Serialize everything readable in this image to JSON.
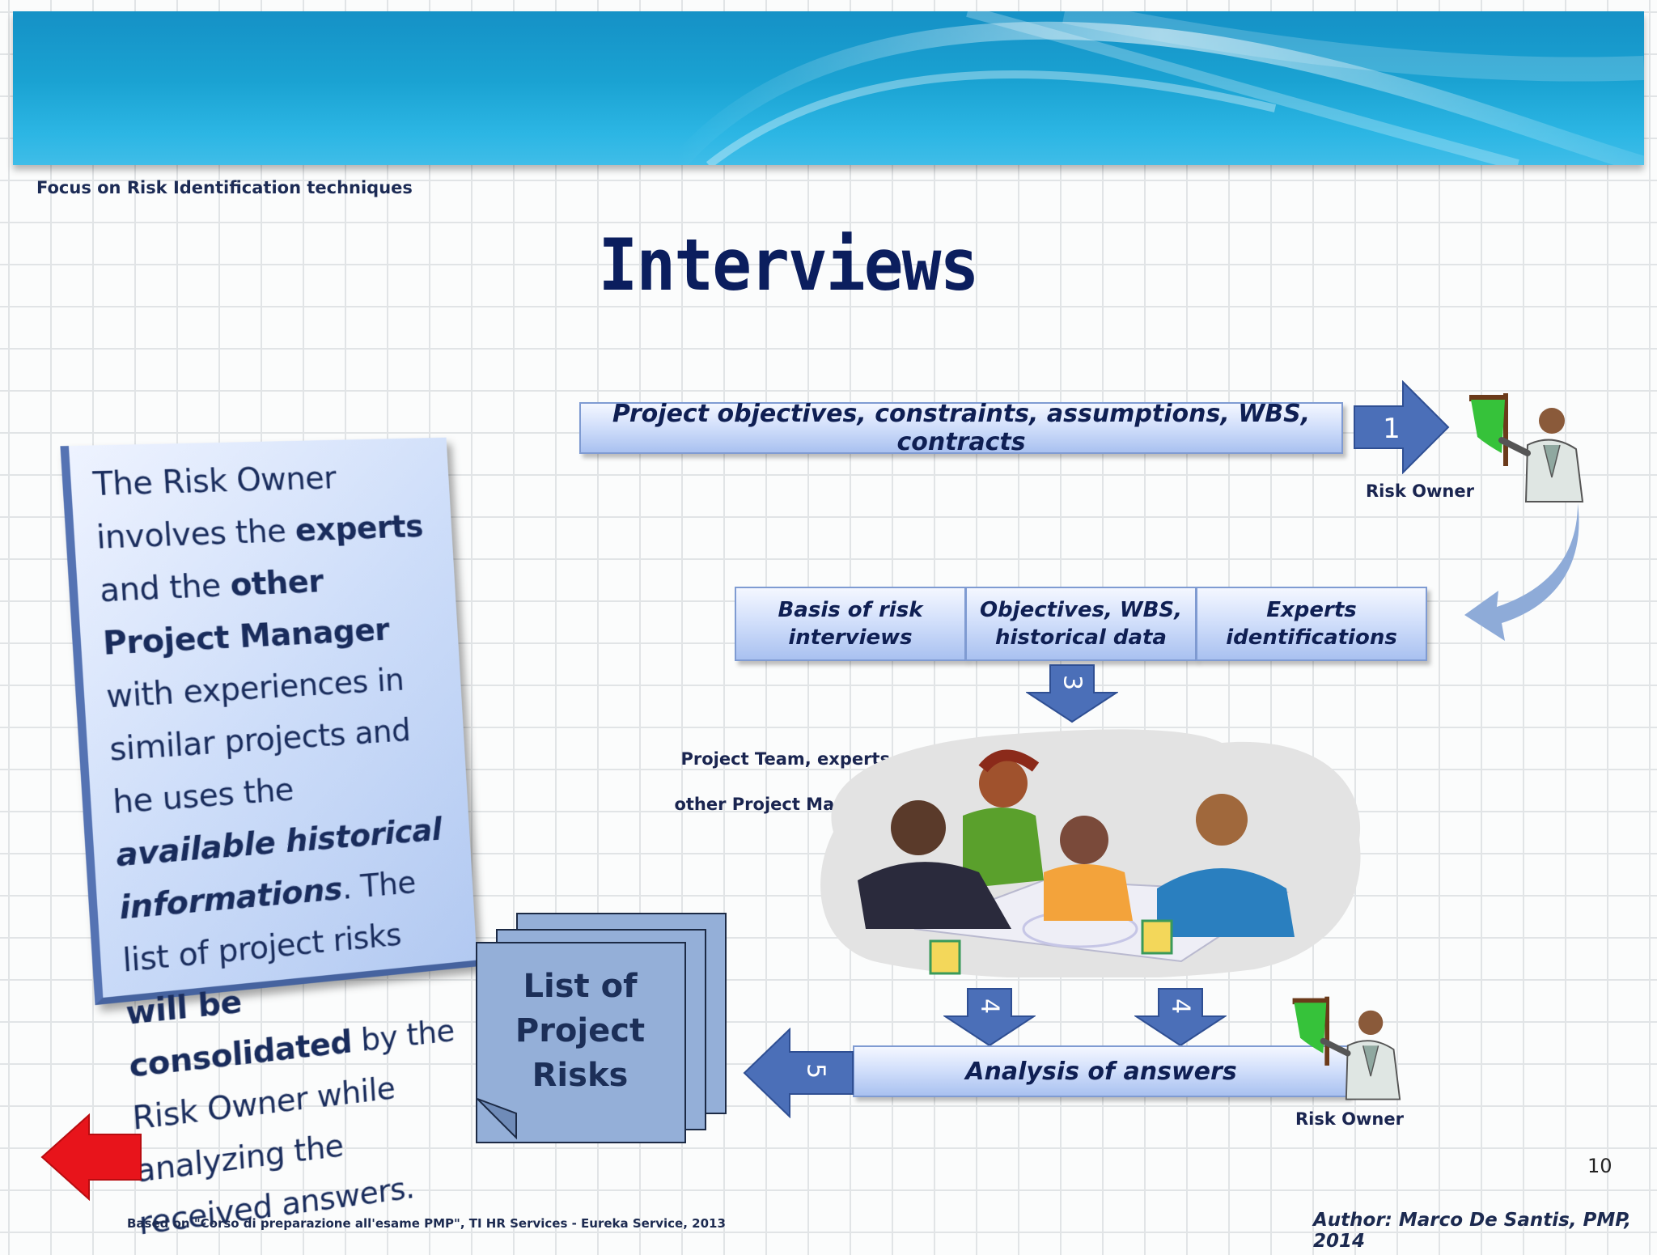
{
  "header": {
    "subtitle": "Focus on Risk Identification techniques",
    "title": "Interviews"
  },
  "note": {
    "parts": [
      {
        "text": "The Risk Owner involves the ",
        "style": "normal"
      },
      {
        "text": "experts",
        "style": "bold"
      },
      {
        "text": " and the ",
        "style": "normal"
      },
      {
        "text": "other Project Manager",
        "style": "bold"
      },
      {
        "text": " with experiences in similar projects and he uses the ",
        "style": "normal"
      },
      {
        "text": "available historical informations",
        "style": "bold-italic"
      },
      {
        "text": ". The list of project risks ",
        "style": "normal"
      },
      {
        "text": "will be consolidated",
        "style": "bold"
      },
      {
        "text": " by the Risk Owner while analyzing the received answers.",
        "style": "normal"
      }
    ]
  },
  "diagram": {
    "inputs_bar": "Project objectives, constraints, assumptions, WBS, contracts",
    "step1": "1",
    "risk_owner_top": "Risk Owner",
    "cells": [
      {
        "line1": "Basis of risk",
        "line2": "interviews"
      },
      {
        "line1": "Objectives, WBS,",
        "line2": "historical data"
      },
      {
        "line1": "Experts",
        "line2": "identifications"
      }
    ],
    "step3": "3",
    "team_label_line1": "Project Team, experts and",
    "team_label_line2": "other Project Manager",
    "step4a": "4",
    "step4b": "4",
    "analysis_bar": "Analysis of answers",
    "risk_owner_bottom": "Risk Owner",
    "step5": "5",
    "output_doc": {
      "line1": "List of",
      "line2": "Project",
      "line3": "Risks"
    }
  },
  "colors": {
    "arrow_blue": "#4b6fb8",
    "bar_border": "#7f9bd2",
    "title_navy": "#0b1e5e",
    "back_arrow_red": "#e8141b"
  },
  "nav": {
    "back_icon": "red-left-arrow-icon"
  },
  "footer": {
    "page_number": "10",
    "source": "Based on  \"Corso di preparazione all'esame PMP\", TI HR Services - Eureka Service, 2013",
    "author": "Author: Marco De Santis, PMP, 2014"
  }
}
